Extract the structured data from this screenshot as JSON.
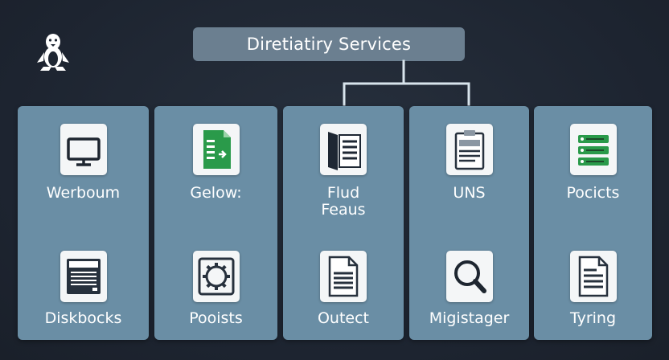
{
  "title": "Diretiatiry Services",
  "logo": "penguin-icon",
  "columns": [
    {
      "top": {
        "label": "Werboum",
        "icon": "monitor-icon"
      },
      "bottom": {
        "label": "Diskbocks",
        "icon": "server-rack-icon"
      }
    },
    {
      "top": {
        "label": "Gelow:",
        "icon": "spreadsheet-document-icon"
      },
      "bottom": {
        "label": "Pooists",
        "icon": "gear-icon"
      }
    },
    {
      "top": {
        "label": "Flud\nFeaus",
        "icon": "book-icon"
      },
      "bottom": {
        "label": "Outect",
        "icon": "document-icon"
      }
    },
    {
      "top": {
        "label": "UNS",
        "icon": "clipboard-icon"
      },
      "bottom": {
        "label": "Migistager",
        "icon": "magnifier-icon"
      }
    },
    {
      "top": {
        "label": "Pocicts",
        "icon": "database-icon"
      },
      "bottom": {
        "label": "Tyring",
        "icon": "text-document-icon"
      }
    }
  ],
  "colors": {
    "background": "#1f2733",
    "panel": "#6a8ea5",
    "title_box": "#6b7f90",
    "connector": "#d8e4ec",
    "accent_green": "#2a9a4a",
    "icon_dark": "#2a3440"
  }
}
